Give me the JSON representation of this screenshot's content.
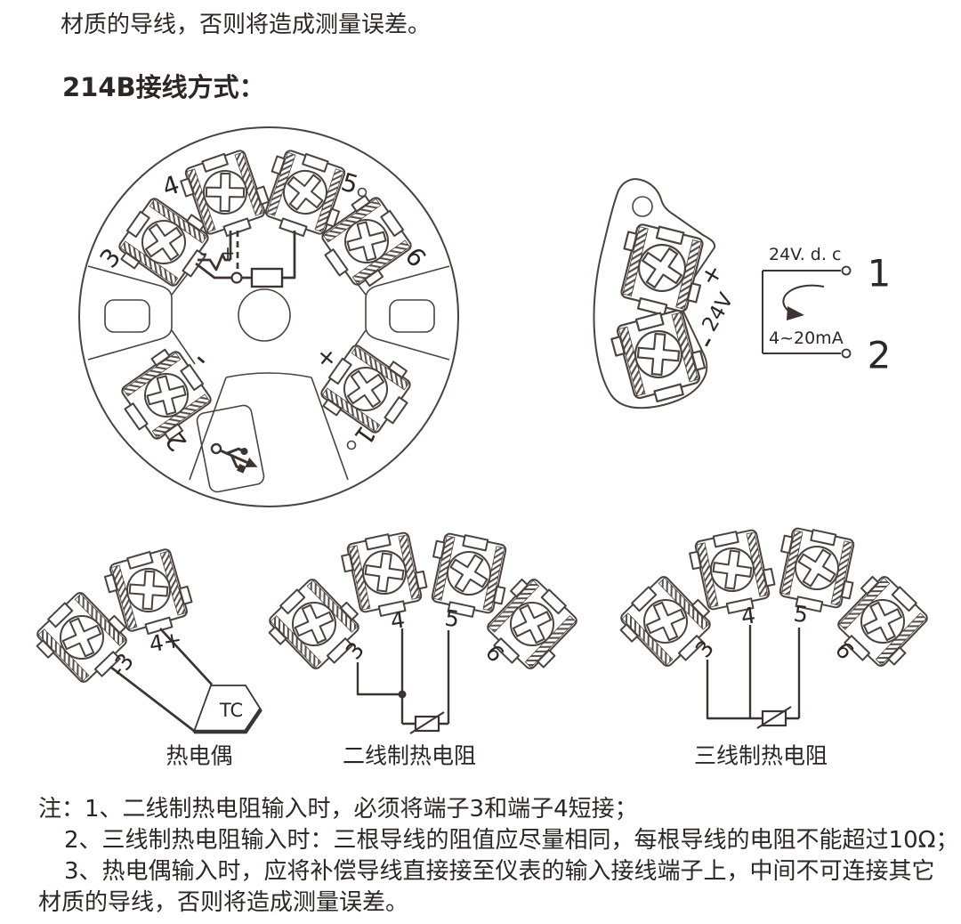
{
  "page": {
    "intro_line": "材质的导线，否则将造成测量误差。",
    "heading": "214B接线方式："
  },
  "terminal_head": {
    "label_3": "3",
    "label_4": "4",
    "label_5": "5",
    "label_6": "6",
    "label_2": "2",
    "label_1": "1",
    "minus_mark": "-",
    "plus_mark": "+",
    "mv_minus": "-",
    "mv_plus": "+"
  },
  "bracket": {
    "plus": "+",
    "volt": "24V",
    "minus": "-"
  },
  "loop": {
    "supply_label": "24V. d. c",
    "terminal_1": "1",
    "signal_label": "4~20mA",
    "terminal_2": "2"
  },
  "thermocouple": {
    "terminal_a": "-3",
    "terminal_b": "4+",
    "sensor_label": "TC",
    "caption": "热电偶"
  },
  "rtd_2wire": {
    "label_3": "3",
    "label_4": "4",
    "label_5": "5",
    "label_6": "6",
    "caption": "二线制热电阻"
  },
  "rtd_3wire": {
    "label_3": "3",
    "label_4": "4",
    "label_5": "5",
    "label_6": "6",
    "caption": "三线制热电阻"
  },
  "notes": {
    "line_1": "注：1、二线制热电阻输入时，必须将端子3和端子4短接；",
    "line_2": "2、三线制热电阻输入时：三根导线的阻值应尽量相同，每根导线的电阻不能超过10Ω；",
    "line_3": "3、热电偶输入时，应将补偿导线直接接至仪表的输入接线端子上，中间不可连接其它",
    "line_4": "材质的导线，否则将造成测量误差。"
  }
}
